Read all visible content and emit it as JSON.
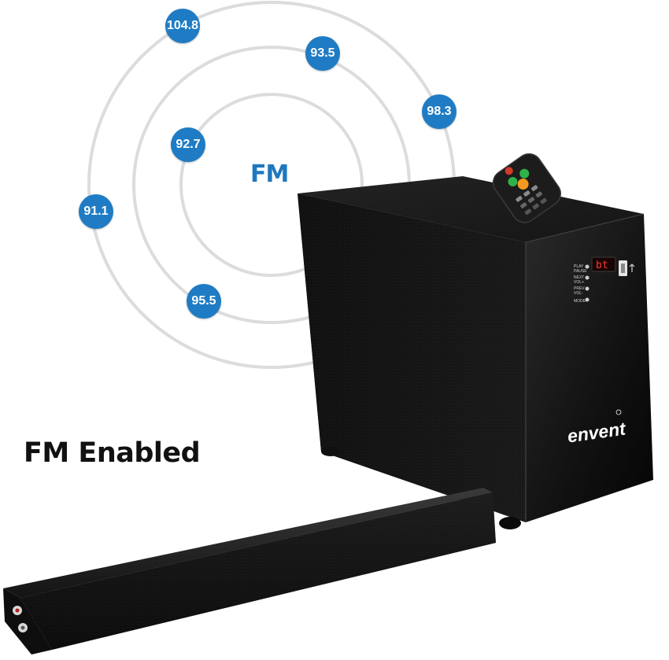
{
  "fm_label": "FM",
  "headline": "FM Enabled",
  "frequencies": [
    "104.8",
    "93.5",
    "98.3",
    "92.7",
    "91.1",
    "95.5"
  ],
  "device": {
    "brand": "envent",
    "display": "bt",
    "panel_buttons": [
      "PLAY PAUSE",
      "NEXT VOL+",
      "PREV VOL-",
      "MODE"
    ]
  },
  "colors": {
    "accent_blue": "#1f7cc4",
    "ring_gray": "#d9d9d9",
    "body_black": "#141414"
  }
}
